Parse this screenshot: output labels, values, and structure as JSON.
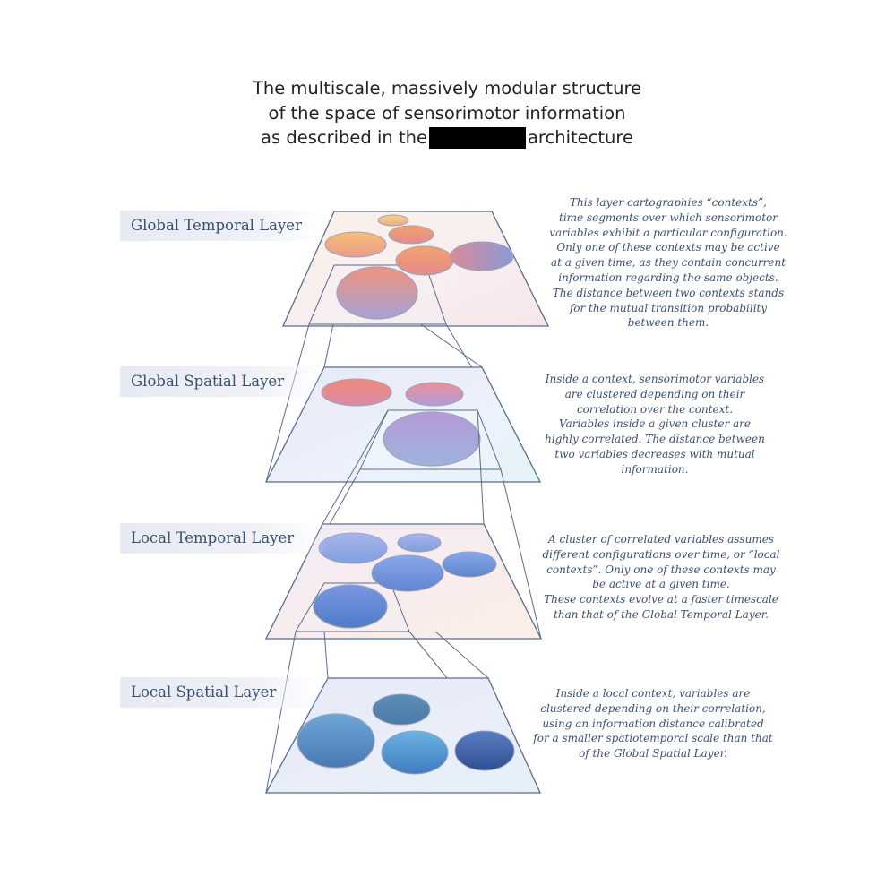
{
  "title": {
    "line1": "The multiscale, massively modular structure",
    "line2": "of the space of sensorimotor information",
    "line3_before": "as described in the",
    "line3_after": "architecture"
  },
  "layers": [
    {
      "label": "Global Temporal Layer",
      "description": [
        "This layer cartographies “contexts”,",
        "time segments over which sensorimotor",
        "variables exhibit a particular configuration.",
        "Only one of these contexts may be active",
        "at a given time, as they contain concurrent",
        "information regarding the same objects.",
        "The distance between two contexts stands",
        "for the mutual  transition probability",
        "between them."
      ]
    },
    {
      "label": "Global Spatial Layer",
      "description": [
        "Inside a context, sensorimotor variables",
        "are clustered depending on their",
        "correlation over the context.",
        "Variables inside a given cluster are",
        "highly correlated. The distance between",
        "two variables decreases with mutual",
        "information."
      ]
    },
    {
      "label": "Local Temporal Layer",
      "description": [
        "A cluster of correlated variables assumes",
        "different configurations over time, or “local",
        "contexts”. Only one of these contexts may",
        "be active at a given time.",
        "These contexts evolve at a faster timescale",
        "than that of the Global Temporal Layer."
      ]
    },
    {
      "label": "Local Spatial Layer",
      "description": [
        "Inside a local context, variables are",
        "clustered depending on their correlation,",
        "using an information distance calibrated",
        "for a smaller spatiotemporal scale than that",
        "of the Global Spatial Layer."
      ]
    }
  ],
  "colors": {
    "plane_stroke": "#5a6c8e",
    "label_text": "#3b4f6e",
    "description_text": "#3c4f70",
    "warm_cluster": "#f0b27a",
    "pink_cluster": "#e8868a",
    "lilac_cluster": "#a8a6d8",
    "blue_cluster": "#6e99d8",
    "deep_blue_cluster": "#3d5f9e"
  }
}
